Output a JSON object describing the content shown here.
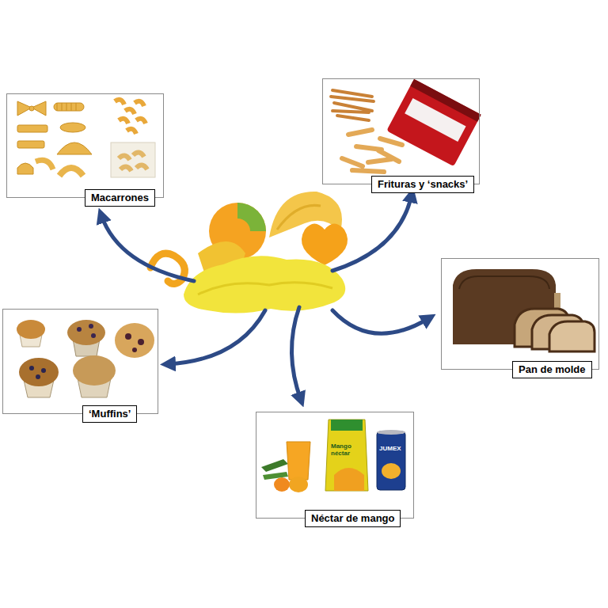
{
  "diagram": {
    "nodes": [
      {
        "text": [
          "Macarrones"
        ]
      },
      {
        "text": [
          "Frituras y ‘snacks’"
        ]
      },
      {
        "text": [
          "Pan de molde"
        ]
      },
      {
        "text": [
          "‘Muffins’"
        ]
      },
      {
        "text": [
          "Néctar de mango"
        ]
      }
    ],
    "labels": [
      "Mango néctar",
      "JUMEX"
    ]
  }
}
